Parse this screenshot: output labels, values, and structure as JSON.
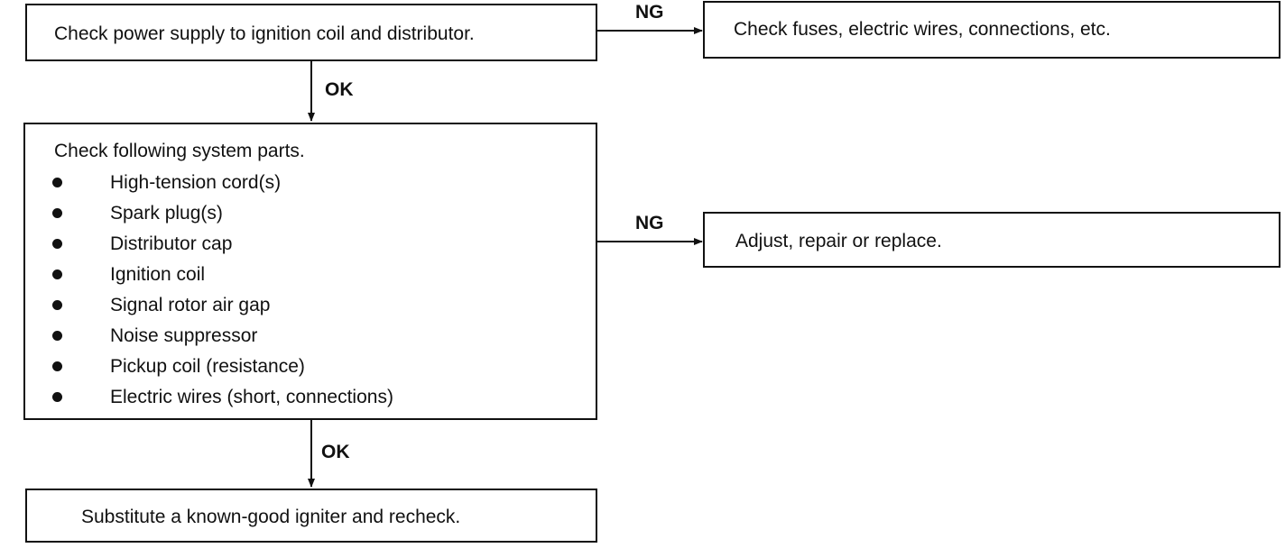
{
  "steps": {
    "power_check": "Check power supply to ignition coil and distributor.",
    "fuses_check": "Check fuses, electric wires, connections, etc.",
    "system_check": {
      "heading": "Check following system parts.",
      "items": [
        "High-tension cord(s)",
        "Spark plug(s)",
        "Distributor cap",
        "Ignition coil",
        "Signal rotor air gap",
        "Noise suppressor",
        "Pickup coil (resistance)",
        "Electric wires (short, connections)"
      ]
    },
    "adjust": "Adjust, repair or replace.",
    "substitute": "Substitute a known-good igniter and recheck."
  },
  "labels": {
    "ng_top": "NG",
    "ok_top": "OK",
    "ng_mid": "NG",
    "ok_bottom": "OK"
  }
}
